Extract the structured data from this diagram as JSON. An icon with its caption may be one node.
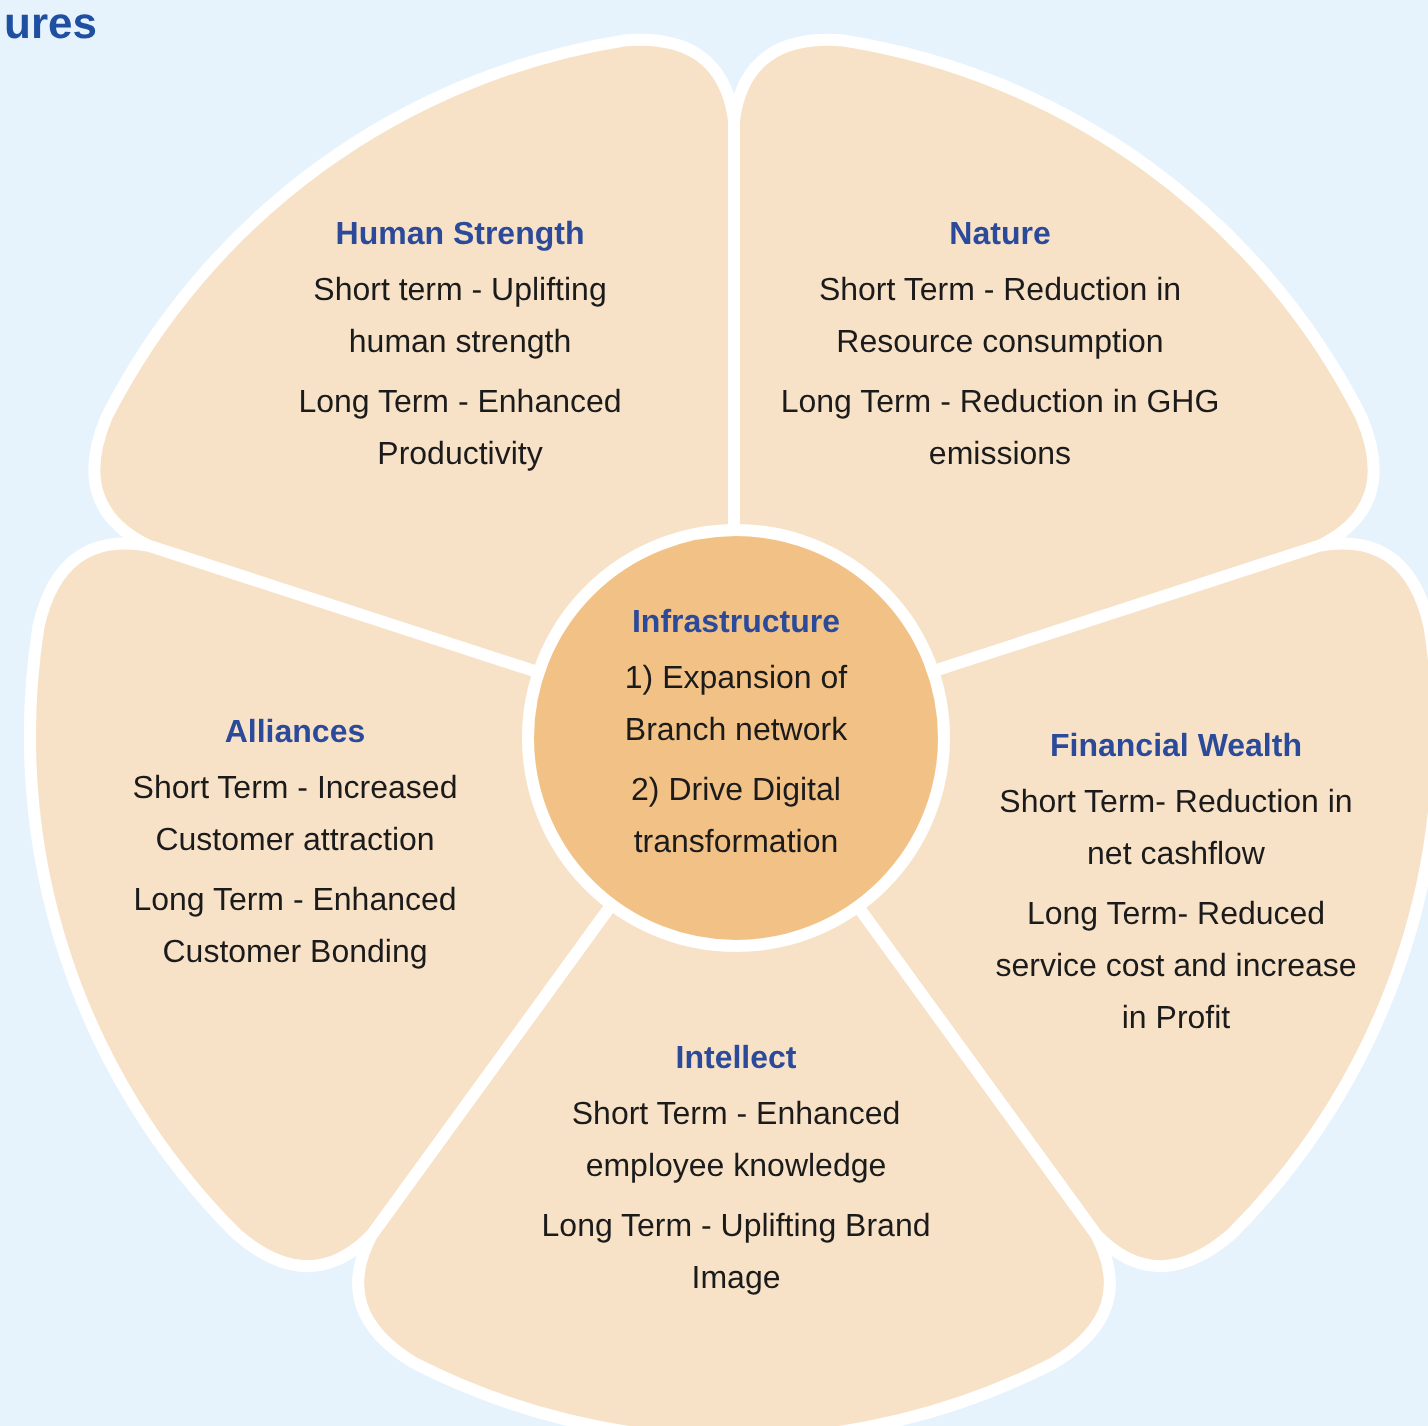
{
  "diagram": {
    "nodes": [
      {
        "text": [
          "Human Strength",
          "Short term - Uplifting human strength",
          "Long Term - Enhanced Productivity"
        ]
      },
      {
        "text": [
          "Nature",
          "Short Term - Reduction in Resource consumption",
          "Long Term - Reduction in GHG emissions"
        ]
      },
      {
        "text": [
          "Infrastructure",
          "1) Expansion of Branch network",
          "2) Drive Digital transformation"
        ]
      },
      {
        "text": [
          "Alliances",
          "Short Term - Increased Customer attraction",
          "Long Term - Enhanced Customer Bonding"
        ]
      },
      {
        "text": [
          "Financial Wealth",
          "Short Term- Reduction in net cashflow",
          "Long Term- Reduced service cost and increase in Profit"
        ]
      },
      {
        "text": [
          "Intellect",
          "Short Term - Enhanced employee knowledge",
          "Long Term -  Uplifting Brand Image"
        ]
      }
    ],
    "labels": [
      "ures"
    ]
  }
}
